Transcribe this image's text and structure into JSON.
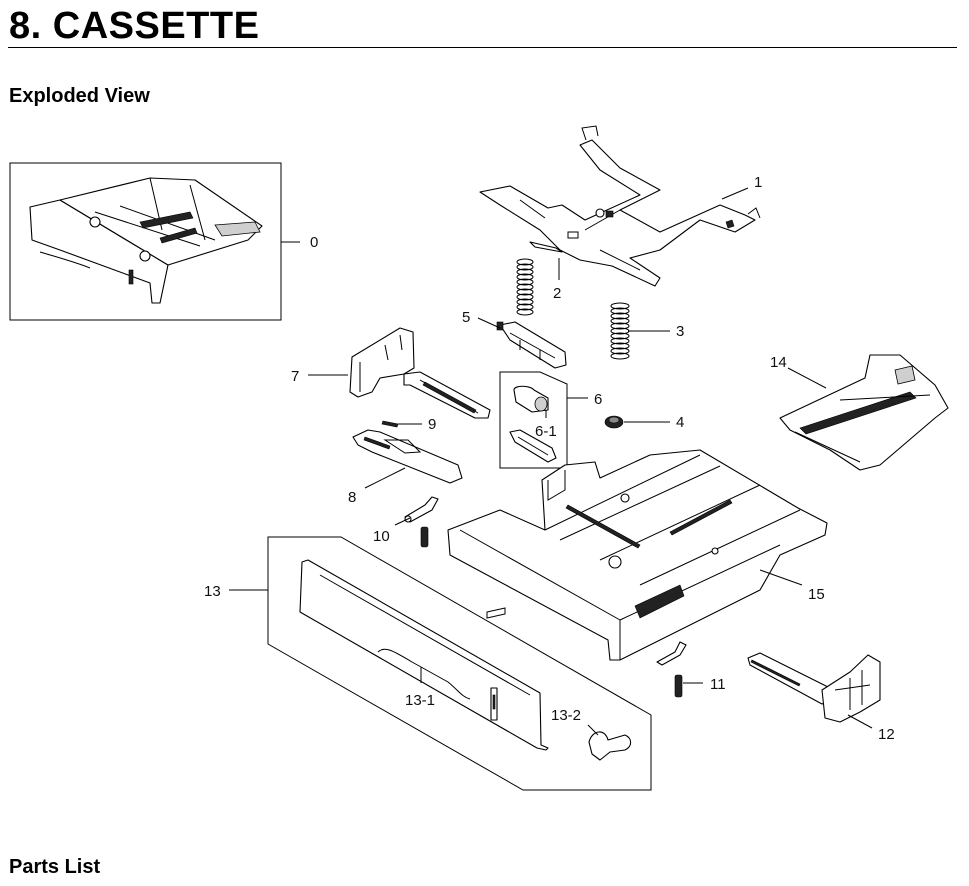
{
  "header": {
    "title": "8.  CASSETTE"
  },
  "sections": {
    "exploded_view": "Exploded View",
    "parts_list": "Parts List"
  },
  "callouts": [
    {
      "id": "0",
      "label": "0"
    },
    {
      "id": "1",
      "label": "1"
    },
    {
      "id": "2",
      "label": "2"
    },
    {
      "id": "3",
      "label": "3"
    },
    {
      "id": "4",
      "label": "4"
    },
    {
      "id": "5",
      "label": "5"
    },
    {
      "id": "6",
      "label": "6"
    },
    {
      "id": "6-1",
      "label": "6-1"
    },
    {
      "id": "7",
      "label": "7"
    },
    {
      "id": "8",
      "label": "8"
    },
    {
      "id": "9",
      "label": "9"
    },
    {
      "id": "10",
      "label": "10"
    },
    {
      "id": "11",
      "label": "11"
    },
    {
      "id": "12",
      "label": "12"
    },
    {
      "id": "13",
      "label": "13"
    },
    {
      "id": "13-1",
      "label": "13-1"
    },
    {
      "id": "13-2",
      "label": "13-2"
    },
    {
      "id": "14",
      "label": "14"
    },
    {
      "id": "15",
      "label": "15"
    }
  ]
}
